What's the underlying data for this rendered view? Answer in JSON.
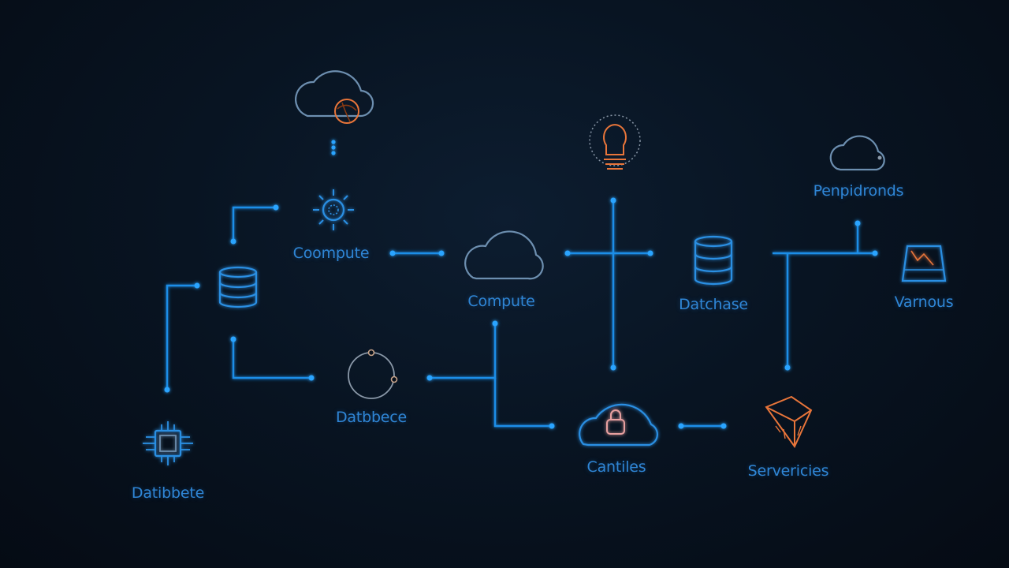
{
  "labels": {
    "compute_top": "Coompute",
    "compute_mid": "Compute",
    "database_right": "Datchase",
    "peripherals": "Penpidronds",
    "various": "Varnous",
    "database_lower": "Datbbece",
    "database_bottom_left": "Datibbete",
    "cantiles": "Cantiles",
    "services": "Servericies"
  },
  "colors": {
    "background": "#07101c",
    "wire": "#1d8ee8",
    "label": "#2f86d6",
    "icon_accent": "#e8753a",
    "icon_outline": "#6d8fb0"
  }
}
